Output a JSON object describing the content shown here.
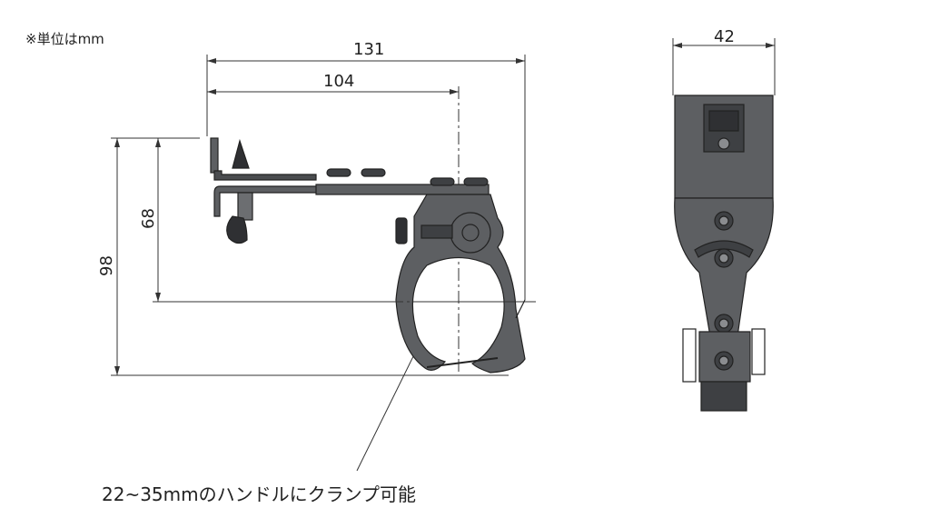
{
  "unit_note": "※単位はmm",
  "dimensions": {
    "overall_width": "131",
    "bracket_width": "104",
    "side_width": "42",
    "overall_height": "98",
    "center_height": "68"
  },
  "caption": "22~35mmのハンドルにクランプ可能",
  "colors": {
    "part_fill": "#5d5f62",
    "part_dark": "#2f3033",
    "line": "#333333"
  }
}
